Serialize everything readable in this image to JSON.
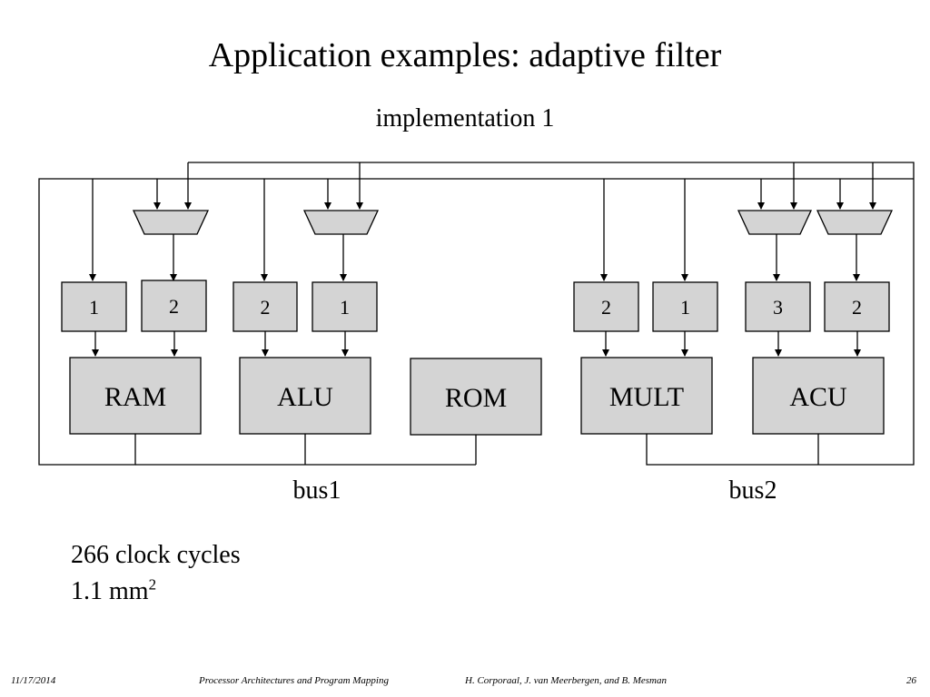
{
  "slide": {
    "title": "Application examples: adaptive filter",
    "subtitle": "implementation 1"
  },
  "diagram": {
    "units": [
      {
        "id": "ram",
        "label": "RAM"
      },
      {
        "id": "alu",
        "label": "ALU"
      },
      {
        "id": "rom",
        "label": "ROM"
      },
      {
        "id": "mult",
        "label": "MULT"
      },
      {
        "id": "acu",
        "label": "ACU"
      }
    ],
    "registers": [
      {
        "id": "ram-reg-a",
        "label": "1"
      },
      {
        "id": "ram-reg-b",
        "label": "2"
      },
      {
        "id": "alu-reg-a",
        "label": "2"
      },
      {
        "id": "alu-reg-b",
        "label": "1"
      },
      {
        "id": "mult-reg-a",
        "label": "2"
      },
      {
        "id": "mult-reg-b",
        "label": "1"
      },
      {
        "id": "acu-reg-a",
        "label": "3"
      },
      {
        "id": "acu-reg-b",
        "label": "2"
      }
    ],
    "buses": [
      {
        "id": "bus1",
        "label": "bus1"
      },
      {
        "id": "bus2",
        "label": "bus2"
      }
    ]
  },
  "stats": {
    "cycles": "266 clock cycles",
    "area_value": "1.1 mm",
    "area_exp": "2"
  },
  "footer": {
    "date": "11/17/2014",
    "course": "Processor Architectures and Program Mapping",
    "authors": "H. Corporaal,  J. van Meerbergen, and B. Mesman",
    "page": "26"
  }
}
